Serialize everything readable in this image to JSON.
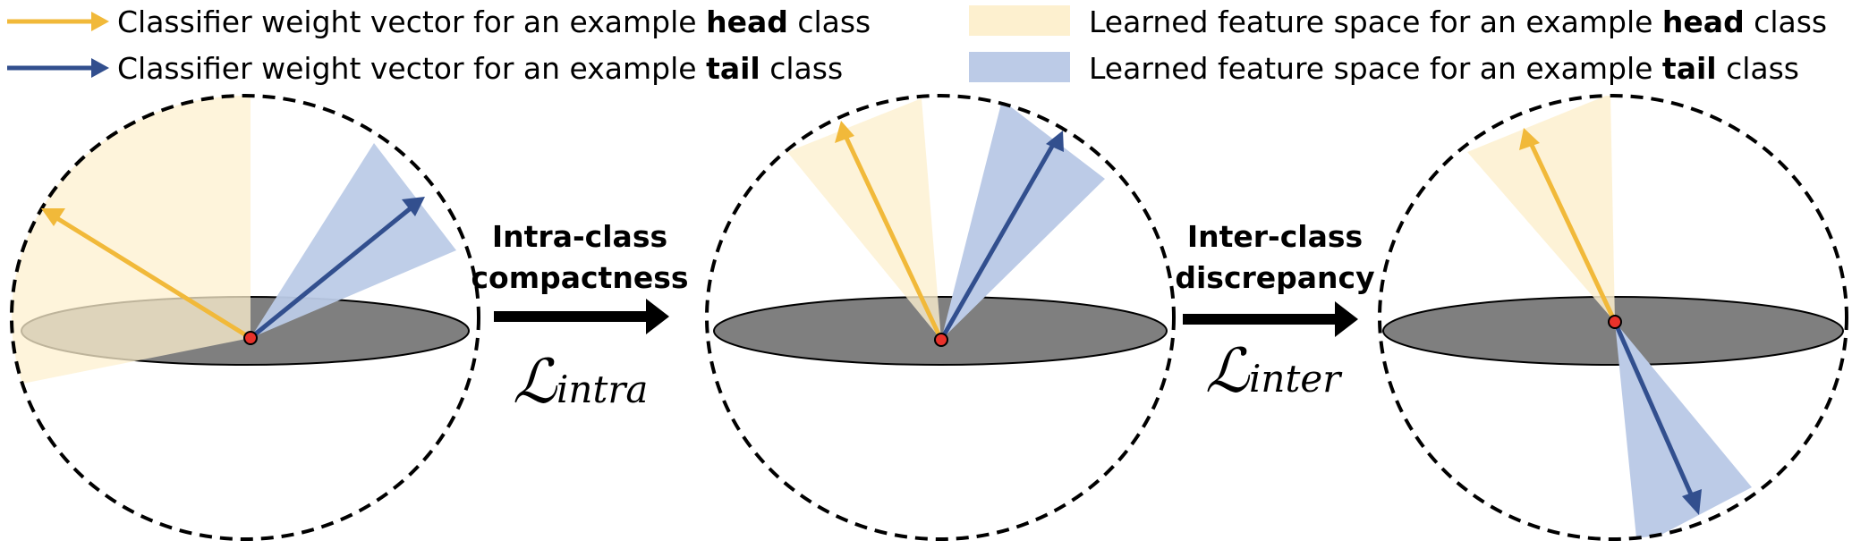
{
  "colors": {
    "head": "#f1b93a",
    "head_region": "#fdf0cf",
    "tail": "#324f8e",
    "tail_region": "#bccbe7",
    "disk": "#7f7f7f",
    "origin": "#e8322b"
  },
  "legend": [
    {
      "kind": "arrow",
      "color": "head",
      "prefix": "Classifier weight vector for an example ",
      "bold": "head",
      "suffix": " class"
    },
    {
      "kind": "arrow",
      "color": "tail",
      "prefix": "Classifier weight vector for an example ",
      "bold": "tail",
      "suffix": " class"
    },
    {
      "kind": "swatch",
      "color": "head_region",
      "prefix": "Learned feature space for an example ",
      "bold": "head",
      "suffix": " class"
    },
    {
      "kind": "swatch",
      "color": "tail_region",
      "prefix": "Learned feature space for an example ",
      "bold": "tail",
      "suffix": " class"
    }
  ],
  "steps": [
    {
      "line1": "Intra-class",
      "line2": "compactness",
      "loss_symbol": "ℒ",
      "loss_subscript": "intra"
    },
    {
      "line1": "Inter-class",
      "line2": "discrepancy",
      "loss_symbol": "ℒ",
      "loss_subscript": "inter"
    }
  ],
  "panels": [
    {
      "name": "initial",
      "head_direction_deg": 154,
      "head_spread_deg": 118,
      "tail_direction_deg": 40,
      "tail_spread_deg": 32
    },
    {
      "name": "after-intra-class-compactness",
      "head_direction_deg": 106,
      "head_spread_deg": 32,
      "tail_direction_deg": 64,
      "tail_spread_deg": 30
    },
    {
      "name": "after-inter-class-discrepancy",
      "head_direction_deg": 106,
      "head_spread_deg": 30,
      "tail_direction_deg": -72,
      "tail_spread_deg": 30
    }
  ]
}
